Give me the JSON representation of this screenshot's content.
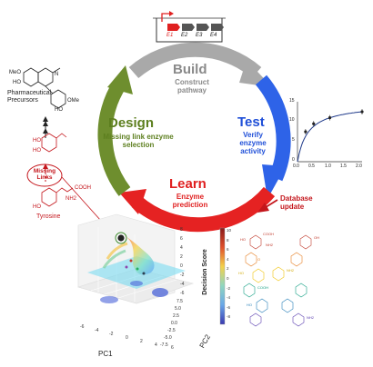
{
  "cycle": {
    "build": {
      "title": "Build",
      "subtitle": "Construct pathway",
      "color": "#8a8a8a"
    },
    "test": {
      "title": "Test",
      "subtitle": "Verify enzyme activity",
      "color": "#1f4fd8"
    },
    "learn": {
      "title": "Learn",
      "subtitle": "Enzyme prediction",
      "color": "#e02020"
    },
    "design": {
      "title": "Design",
      "subtitle": "Missing link enzyme selection",
      "color": "#5d7f1f"
    }
  },
  "operon": {
    "genes": [
      "E1",
      "E2",
      "E3",
      "E4"
    ],
    "first_gene_color": "#e02020",
    "other_gene_color": "#555555"
  },
  "pathway": {
    "top_compound_label": "Pharmaceutical Precursors",
    "missing_links_label": "Missing Links",
    "start_compound_label": "Tyrosine",
    "groups": {
      "meo": "MeO",
      "ho1": "HO",
      "ome": "OMe",
      "ho2": "HO",
      "ho3": "HO",
      "n": "N",
      "cooh": "COOH",
      "nh2": "NH2",
      "ho4": "HO"
    }
  },
  "database_update_label": "Database update",
  "test_chart": {
    "chart_data": {
      "type": "scatter",
      "x": [
        0.25,
        0.5,
        1.0,
        2.0
      ],
      "y": [
        7.5,
        9.5,
        11.0,
        12.5
      ],
      "xlim": [
        0,
        2
      ],
      "ylim": [
        0,
        15
      ],
      "xticks": [
        "0.0",
        "0.5",
        "1.0",
        "1.5",
        "2.0"
      ],
      "yticks": [
        "0",
        "5",
        "10",
        "15"
      ],
      "fit_curve": true
    }
  },
  "pca_plot": {
    "xlabel": "PC1",
    "ylabel": "PC2",
    "zticks": [
      "8",
      "6",
      "4",
      "2",
      "0",
      "-2",
      "-4",
      "-6"
    ],
    "pc1_ticks": [
      "-6",
      "-4",
      "-2",
      "0",
      "2",
      "4",
      "6"
    ],
    "pc2_ticks": [
      "7.5",
      "5.0",
      "2.5",
      "0.0",
      "-2.5",
      "-5.0",
      "-7.5"
    ]
  },
  "colorbar": {
    "label": "Decision Score",
    "ticks": [
      "10",
      "8",
      "6",
      "4",
      "2",
      "0",
      "-2",
      "-4",
      "-6",
      "-8"
    ]
  },
  "compound_labels": [
    "HO",
    "COOH",
    "NH2",
    "OH",
    "O",
    "HO",
    "NH2",
    "COOH",
    "HO",
    "NH2"
  ]
}
